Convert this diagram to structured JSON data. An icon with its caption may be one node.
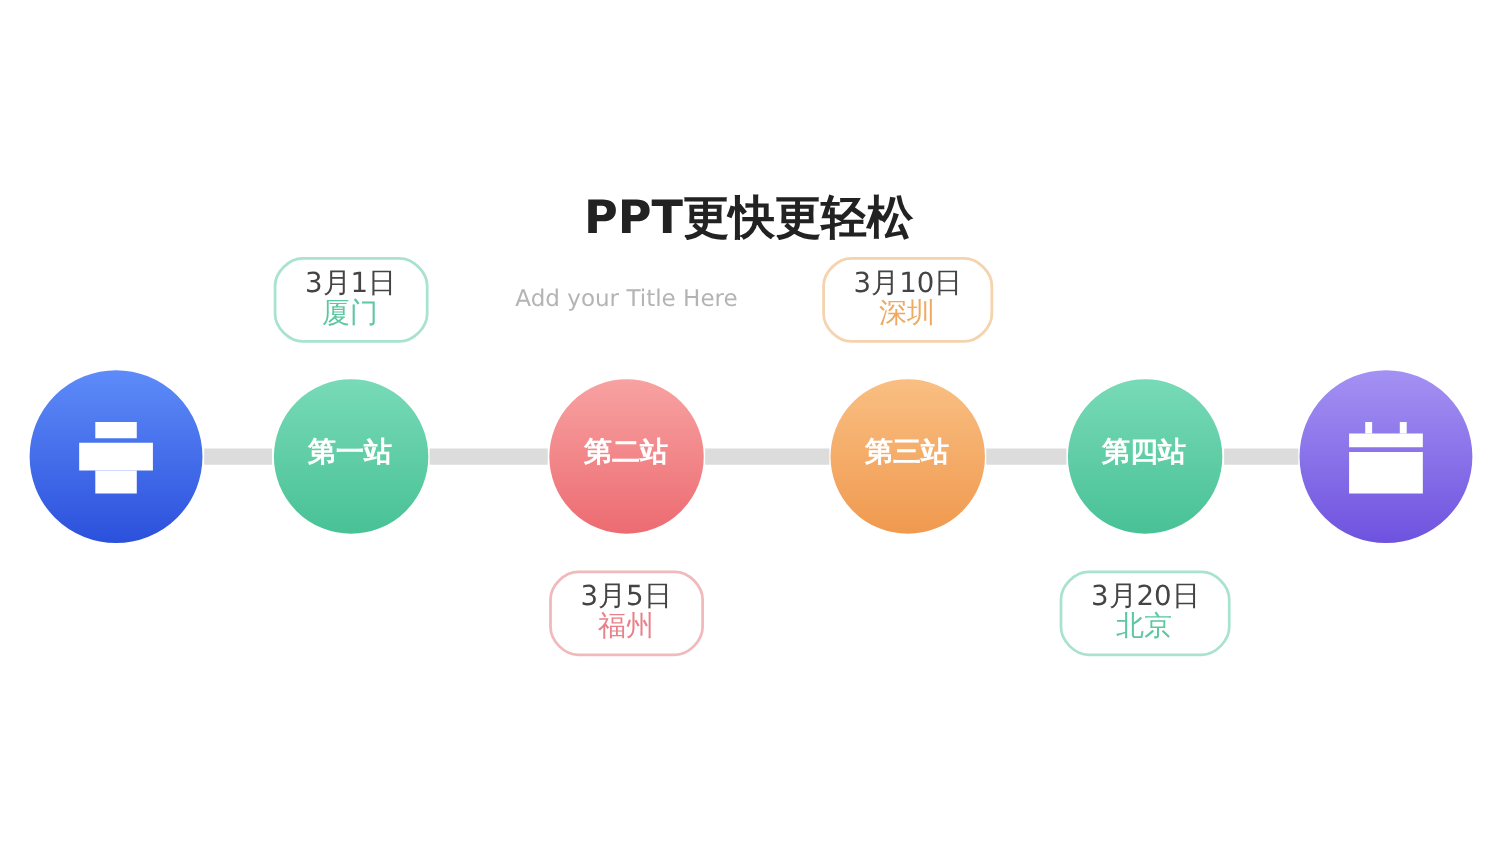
{
  "diagram": {
    "title": "PPT更快更轻松",
    "nodes": [
      {
        "text": [],
        "shape": "circle"
      },
      {
        "text": [
          "3月1日",
          "厦门"
        ]
      },
      {
        "text": [
          "第一站"
        ]
      },
      {
        "text": [
          "第二站"
        ]
      },
      {
        "text": [
          "3月5日",
          "福州"
        ]
      },
      {
        "text": [
          "3月10日",
          "深圳"
        ]
      },
      {
        "text": [
          "第三站"
        ]
      },
      {
        "text": [
          "第四站"
        ]
      },
      {
        "text": [
          "3月20日",
          "北京"
        ]
      },
      {
        "text": [],
        "shape": "circle"
      }
    ],
    "edges": [
      {
        "from": 0,
        "to": 2,
        "arrow": "none"
      },
      {
        "from": 2,
        "to": 3,
        "arrow": "none"
      },
      {
        "from": 3,
        "to": 6,
        "arrow": "none"
      },
      {
        "from": 6,
        "to": 7,
        "arrow": "none"
      },
      {
        "from": 7,
        "to": 9,
        "arrow": "none"
      }
    ],
    "labels": [
      "Add your Title Here"
    ]
  }
}
